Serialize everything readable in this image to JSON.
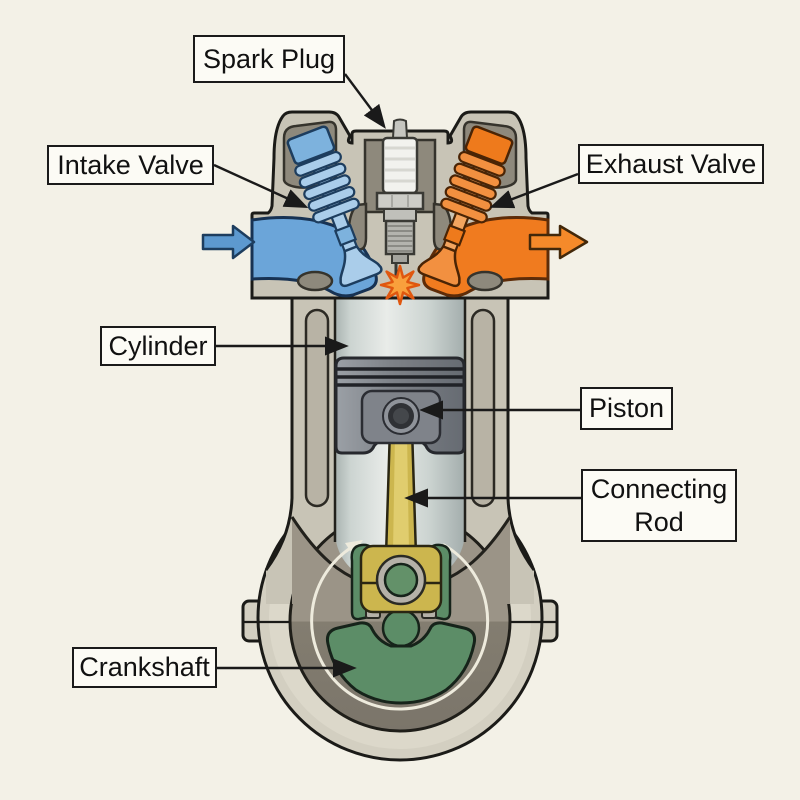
{
  "labels": {
    "spark_plug": "Spark Plug",
    "intake_valve": "Intake Valve",
    "exhaust_valve": "Exhaust Valve",
    "cylinder": "Cylinder",
    "piston": "Piston",
    "connecting_rod": "Connecting Rod",
    "crankshaft": "Crankshaft"
  },
  "colors": {
    "background": "#f3f1e7",
    "engine_metal": "#c8c4b6",
    "crankcase_shell": "#d3cfc1",
    "cavity_shadow": "#8e897c",
    "crankcase_interior_top": "#9b9487",
    "crankcase_interior_bottom": "#7b756a",
    "cylinder_bore": "#e9ece9",
    "intake_blue": "#6ba5d9",
    "intake_valve_blue": "#aacdea",
    "intake_arrow_blue": "#5d99cf",
    "exhaust_orange": "#f07b1f",
    "exhaust_valve_orange": "#f29040",
    "exhaust_arrow_orange": "#f58a2a",
    "piston_gray": "#7d8187",
    "connecting_rod_yellow": "#ccb64e",
    "crankshaft_green": "#5c8d67",
    "spark_orange": "#f9a03c",
    "spark_plug_ceramic": "#f2f2ee",
    "label_background": "#fcfbf5",
    "label_border": "#1a1a1a",
    "rotation_arrow_white": "#eeebdd"
  },
  "icons": {
    "intake_flow_arrow": "arrow-right",
    "exhaust_flow_arrow": "arrow-right",
    "rotation_arrow": "circular-arrow-clockwise",
    "spark_icon": "starburst"
  }
}
